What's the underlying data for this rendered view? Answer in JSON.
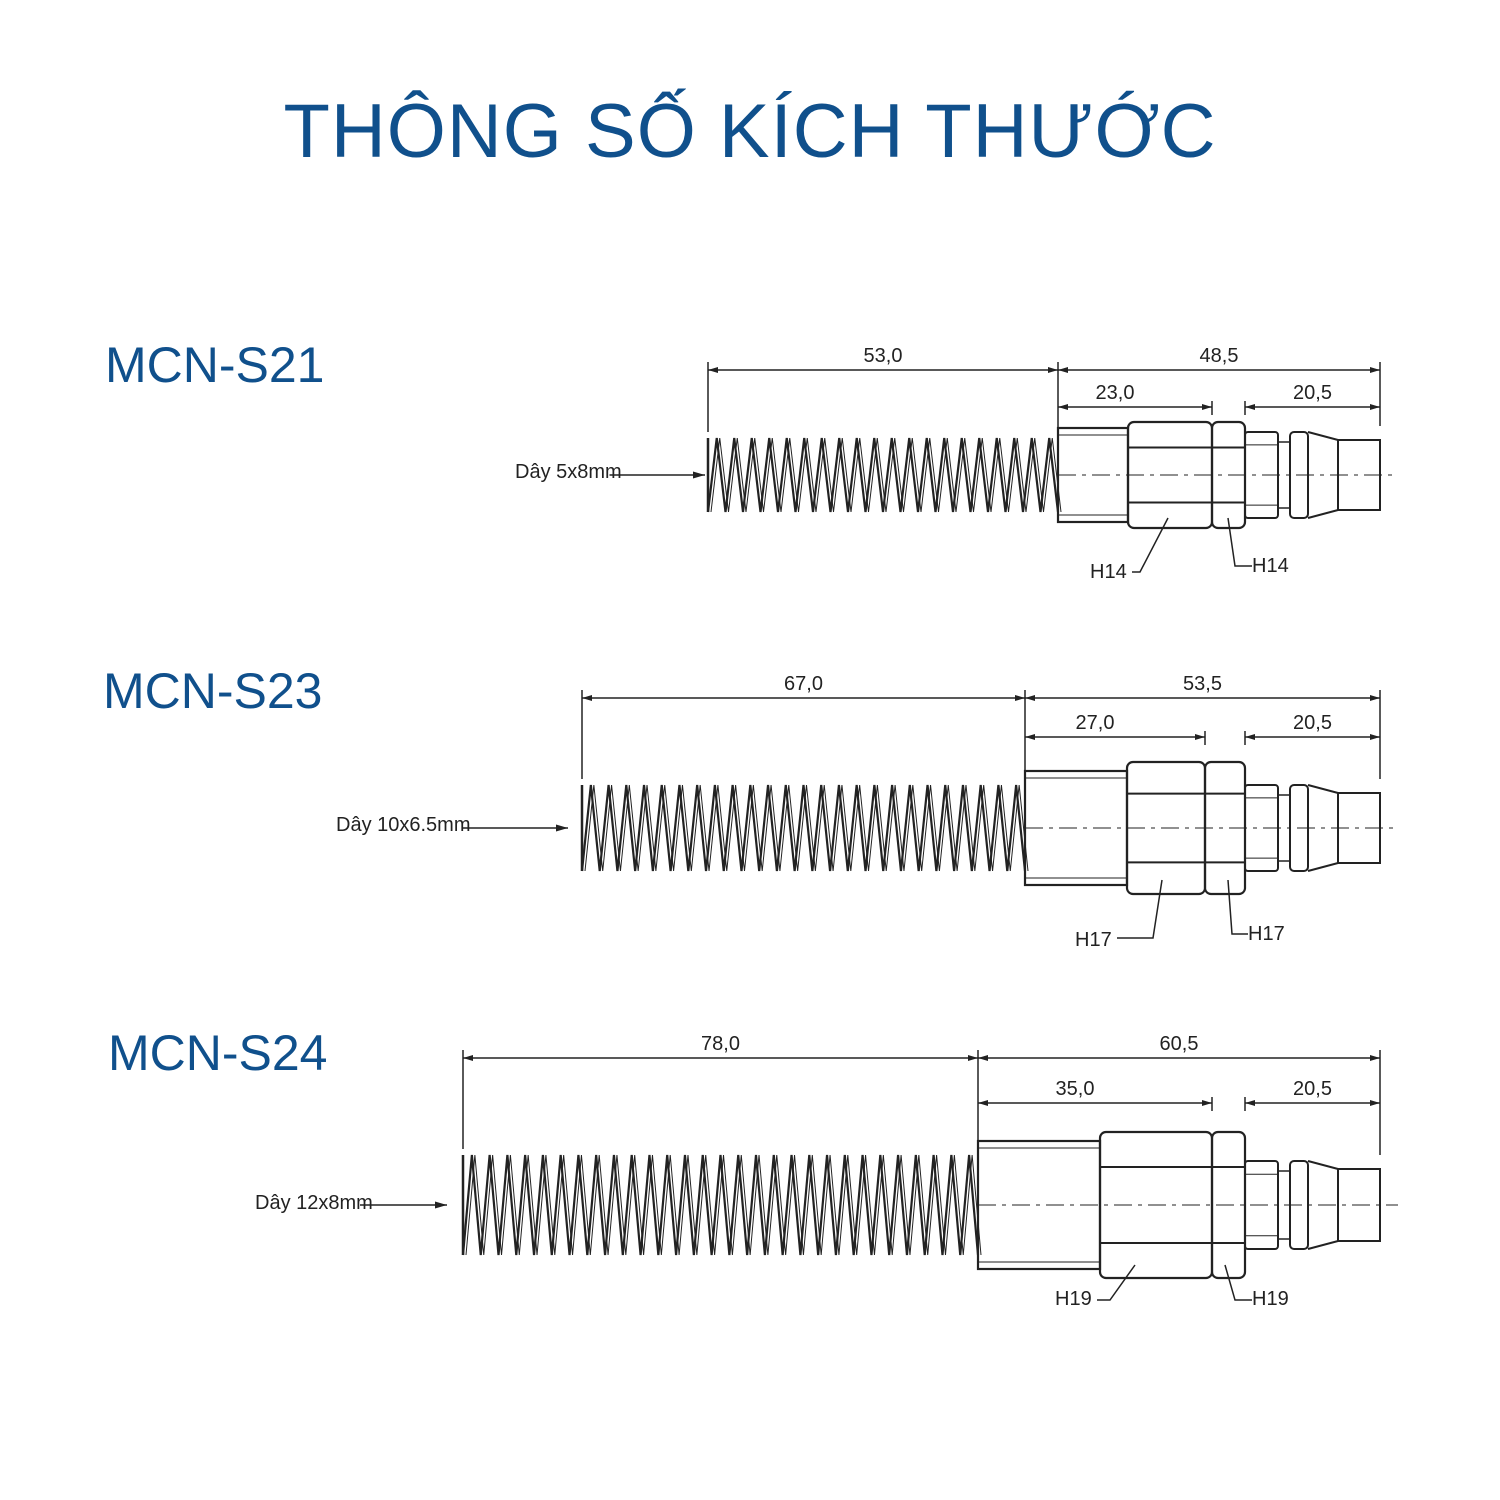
{
  "title": "THÔNG SỐ KÍCH THƯỚC",
  "models": [
    {
      "name": "MCN-S21",
      "hose_label": "Dây 5x8mm",
      "dims": {
        "spring": "53,0",
        "fitting": "48,5",
        "hex_part": "23,0",
        "plug": "20,5"
      },
      "hex_labels": [
        "H14",
        "H14"
      ]
    },
    {
      "name": "MCN-S23",
      "hose_label": "Dây 10x6.5mm",
      "dims": {
        "spring": "67,0",
        "fitting": "53,5",
        "hex_part": "27,0",
        "plug": "20,5"
      },
      "hex_labels": [
        "H17",
        "H17"
      ]
    },
    {
      "name": "MCN-S24",
      "hose_label": "Dây 12x8mm",
      "dims": {
        "spring": "78,0",
        "fitting": "60,5",
        "hex_part": "35,0",
        "plug": "20,5"
      },
      "hex_labels": [
        "H19",
        "H19"
      ]
    }
  ],
  "colors": {
    "title": "#10508c",
    "lines": "#222222"
  }
}
